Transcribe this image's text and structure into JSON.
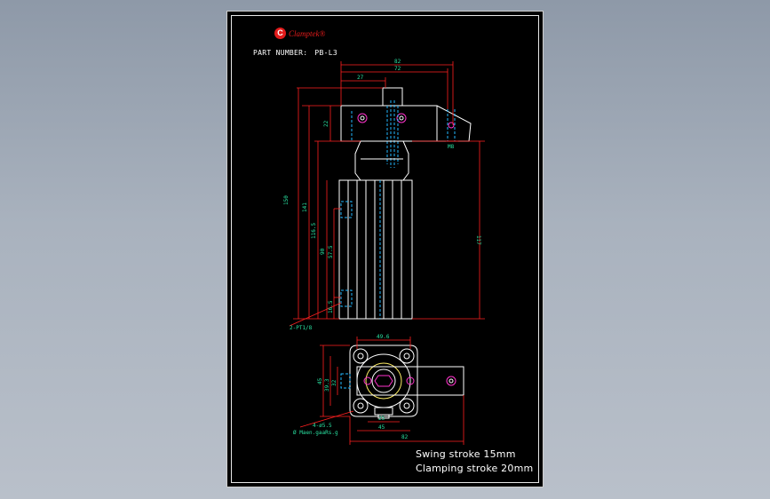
{
  "brand": {
    "logo_letter": "C",
    "name": "Clamptek®"
  },
  "part": {
    "label": "PART NUMBER:",
    "value": "PB-L3"
  },
  "dimensions": {
    "d82_top": "82",
    "d72": "72",
    "d27": "27",
    "d22": "22",
    "dM8": "M8",
    "d150": "150",
    "d141": "141",
    "d116_5": "116.5",
    "d90": "90",
    "d57_5": "57.5",
    "d16_5": "16.5",
    "d117": "117",
    "port": "2-PT1/8",
    "d49_6": "49.6",
    "d45_v": "45",
    "d39_3": "39.3",
    "d32": "32",
    "d25": "25",
    "d45_h": "45",
    "d82_bottom": "82",
    "holes": "4-ø5.5",
    "holes_note": "Ø Maen.gaaRs.g"
  },
  "notes": {
    "swing": "Swing stroke 15mm",
    "clamping": "Clamping stroke 20mm"
  },
  "colors": {
    "outline": "#ffffff",
    "dimension": "#ff2020",
    "hidden": "#22b8ff",
    "text_dim": "#29e0a0",
    "hole": "#ff33cc"
  }
}
